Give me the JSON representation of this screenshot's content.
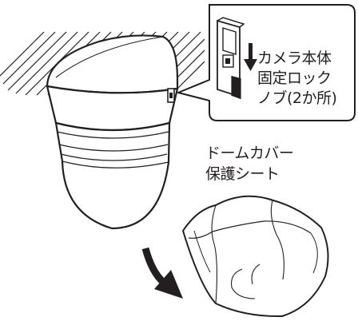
{
  "callouts": {
    "knob_label_lines": [
      "カメラ本体",
      "固定ロック",
      "ノブ(2か所)"
    ],
    "cover_label_lines": [
      "ドームカバー",
      "保護シート"
    ]
  },
  "colors": {
    "line": "#231f20",
    "fill": "#ffffff",
    "hatch": "#231f20"
  },
  "icons": {
    "arrow_down": "down-arrow-icon",
    "arrow_curve": "curved-arrow-icon"
  }
}
